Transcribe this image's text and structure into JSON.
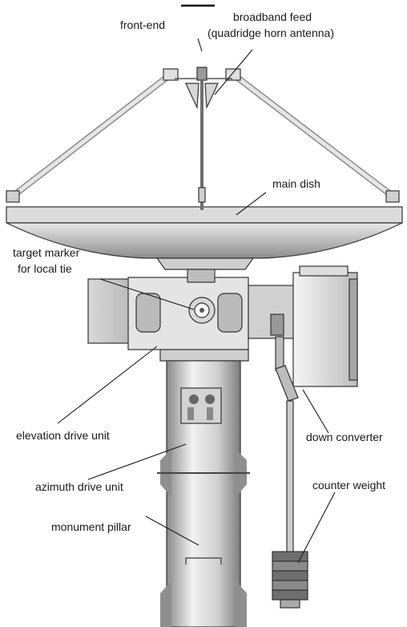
{
  "labels": {
    "front_end": "front-end",
    "feed_line1": "broadband feed",
    "feed_line2": "(quadridge horn antenna)",
    "main_dish": "main dish",
    "target_line1": "target marker",
    "target_line2": "for local tie",
    "elevation": "elevation drive unit",
    "down_converter": "down converter",
    "azimuth": "azimuth drive unit",
    "counter_weight": "counter weight",
    "pillar": "monument pillar"
  },
  "colors": {
    "metal_light": "#e8e8e8",
    "metal_mid": "#bdbdbd",
    "metal_dark": "#7a7a7a",
    "outline": "#333333"
  }
}
